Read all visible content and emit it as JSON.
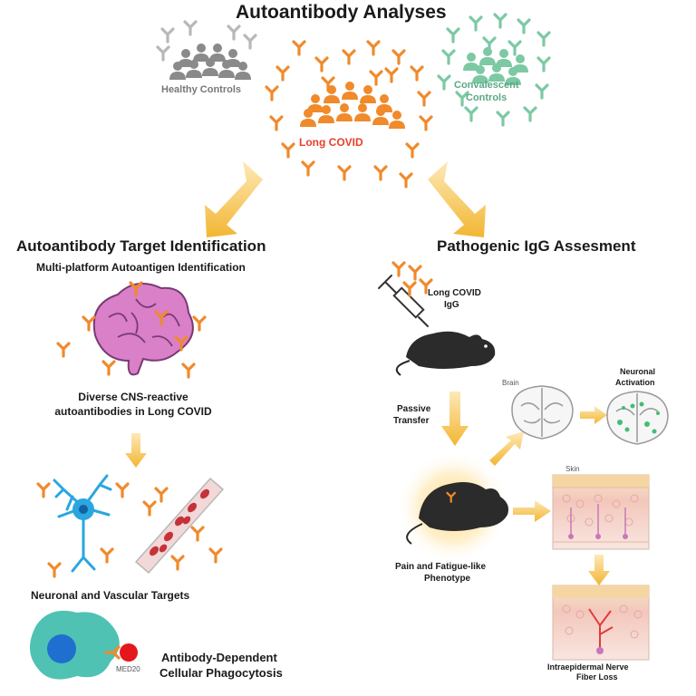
{
  "title": "Autoantibody Analyses",
  "groups": {
    "healthy": "Healthy Controls",
    "long_covid": "Long COVID",
    "convalescent_1": "Convalescent",
    "convalescent_2": "Controls"
  },
  "left": {
    "heading": "Autoantibody Target Identification",
    "subheading": "Multi-platform Autoantigen Identification",
    "brain_caption_1": "Diverse CNS-reactive",
    "brain_caption_2": "autoantibodies in Long COVID",
    "targets_caption": "Neuronal and Vascular Targets",
    "adcp_1": "Antibody-Dependent",
    "adcp_2": "Cellular Phagocytosis",
    "med20": "MED20"
  },
  "right": {
    "heading": "Pathogenic IgG Assesment",
    "igg_1": "Long COVID",
    "igg_2": "IgG",
    "transfer_1": "Passive",
    "transfer_2": "Transfer",
    "brain": "Brain",
    "activation_1": "Neuronal",
    "activation_2": "Activation",
    "skin": "Skin",
    "phenotype_1": "Pain and Fatigue-like",
    "phenotype_2": "Phenotype",
    "fiber_1": "Intraepidermal Nerve",
    "fiber_2": "Fiber Loss"
  },
  "colors": {
    "orange": "#f08a2b",
    "gray": "#8a8a8a",
    "green": "#7cc9a4",
    "red_text": "#e8402a",
    "arrow": "#f2b632",
    "brain_pink": "#d980c8",
    "neuron_blue": "#2aa6e0",
    "cell_teal": "#4fc2b4",
    "mouse": "#2b2b2b"
  }
}
